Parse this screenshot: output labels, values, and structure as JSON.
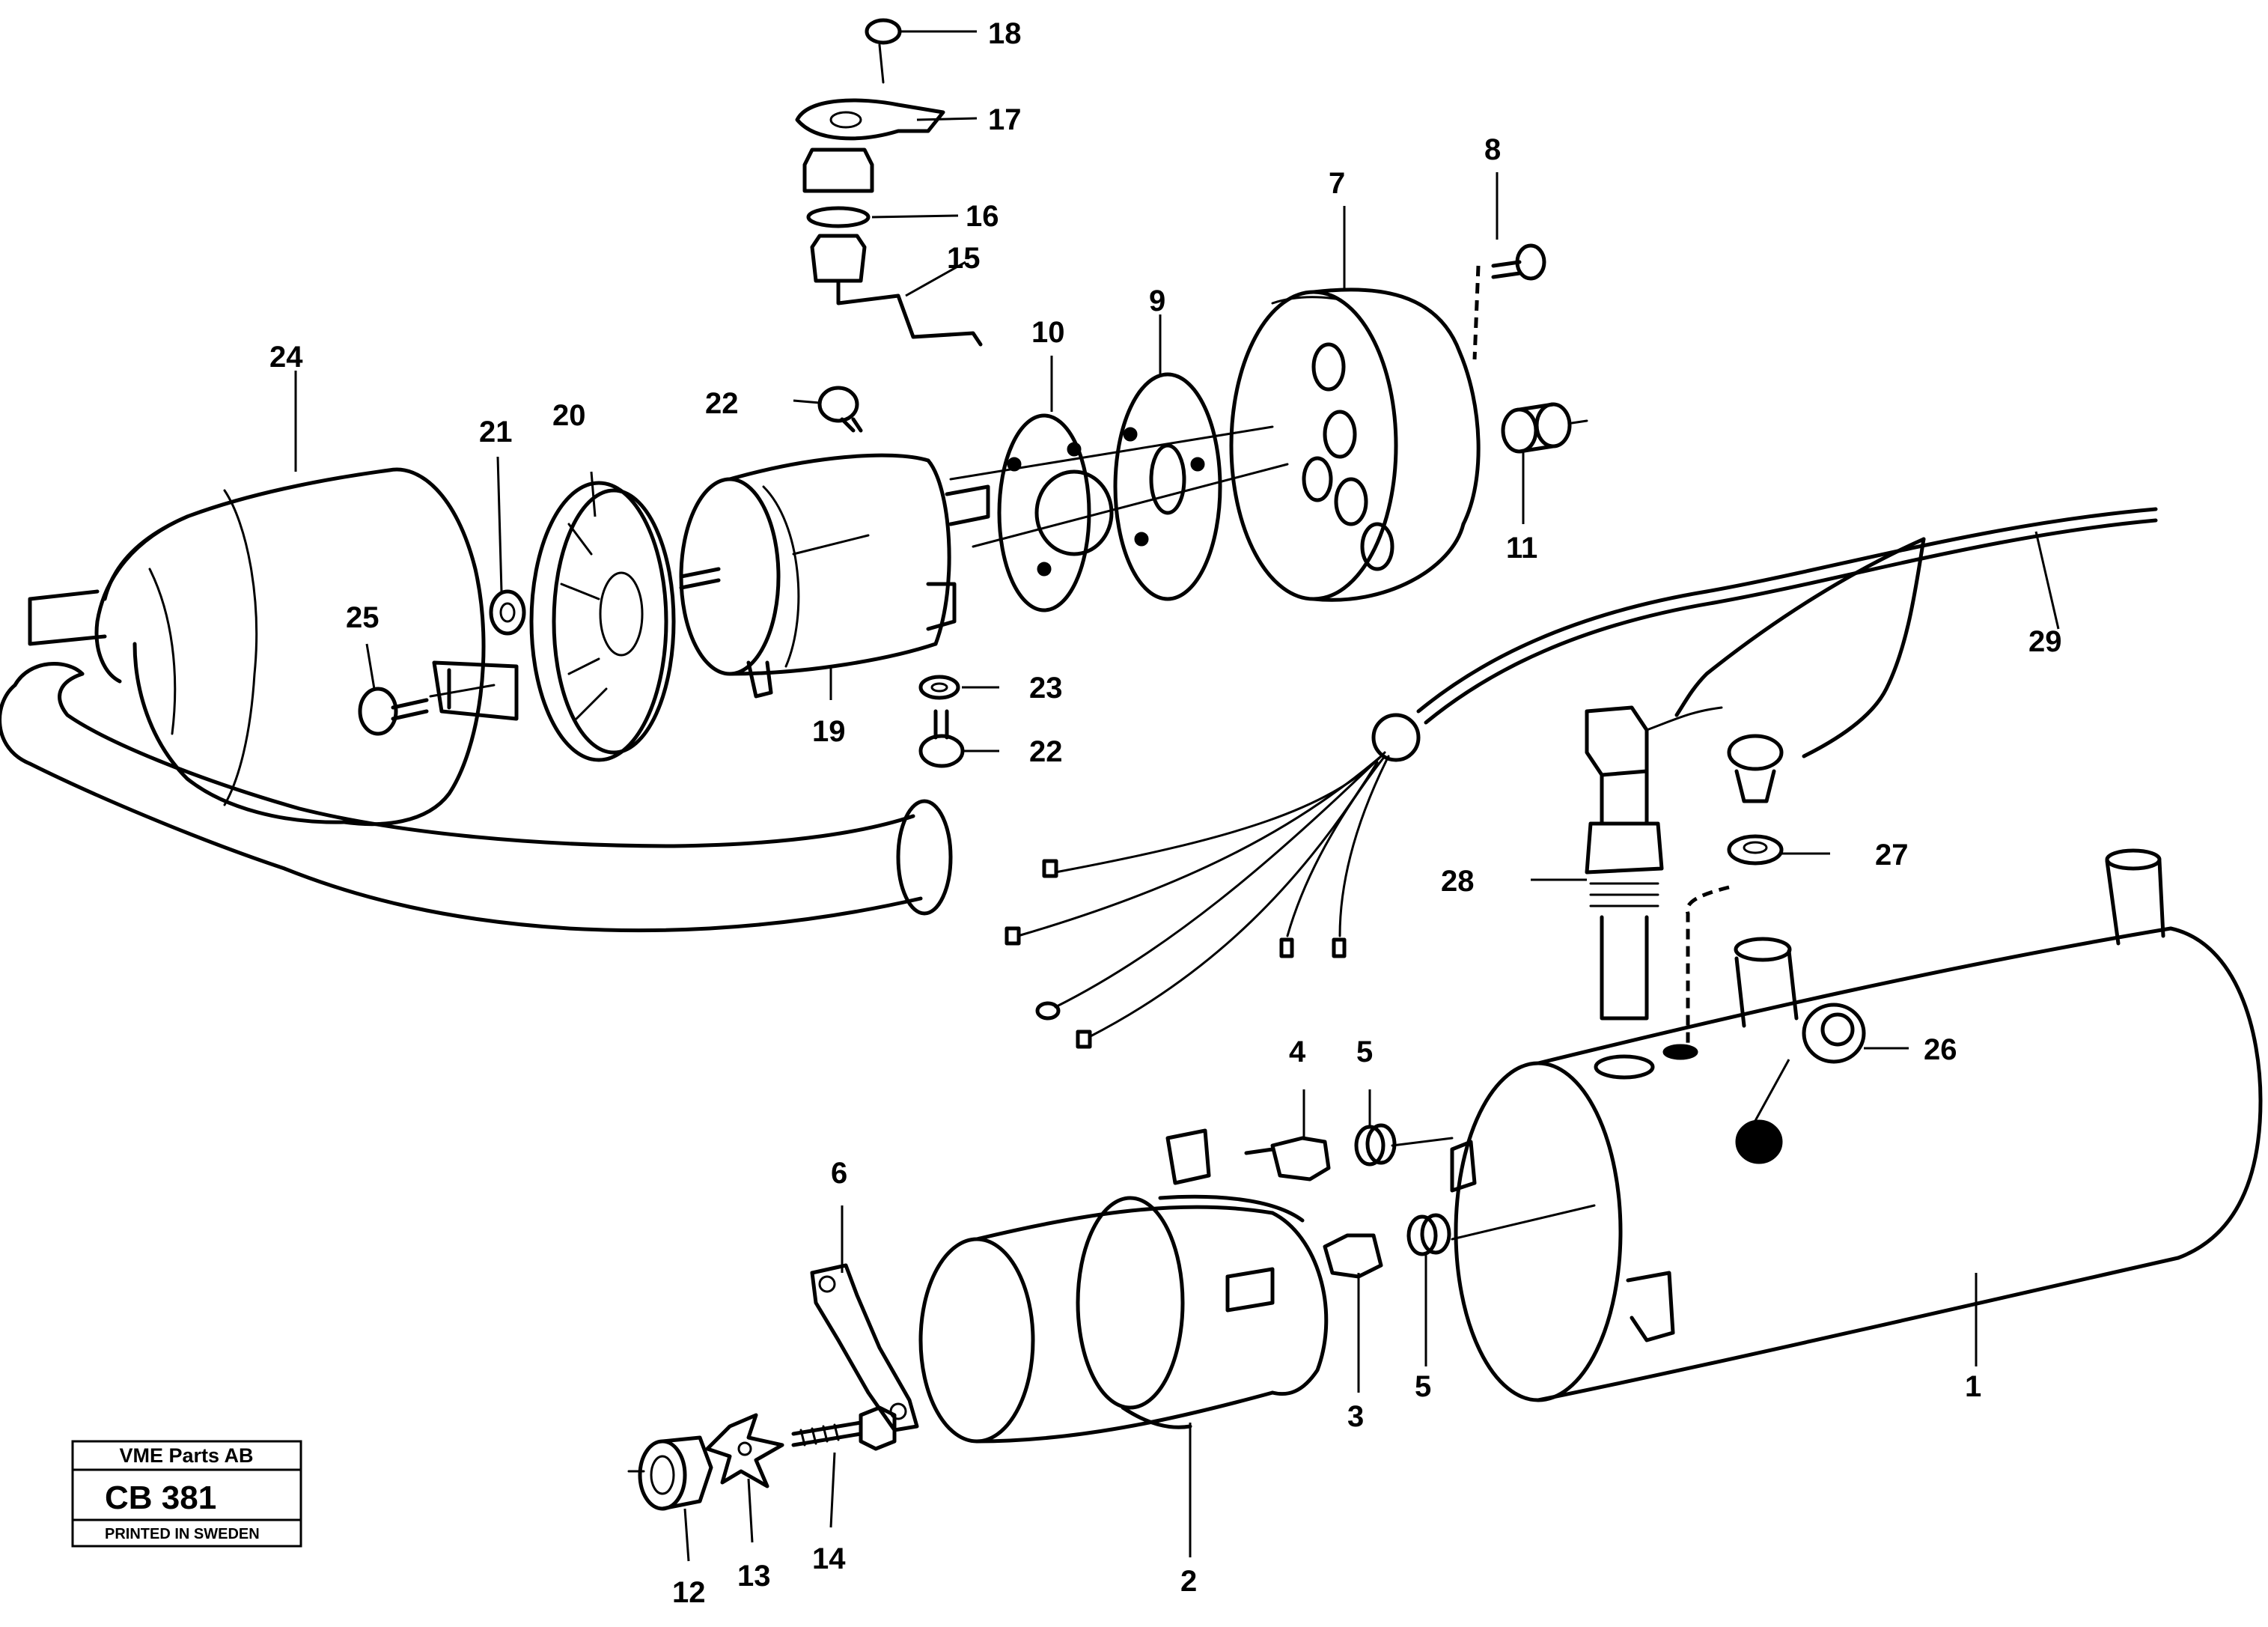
{
  "callouts": {
    "c1": "1",
    "c2": "2",
    "c3": "3",
    "c4": "4",
    "c5a": "5",
    "c5b": "5",
    "c6": "6",
    "c7": "7",
    "c8": "8",
    "c9": "9",
    "c10": "10",
    "c11": "11",
    "c12": "12",
    "c13": "13",
    "c14": "14",
    "c15": "15",
    "c16": "16",
    "c17": "17",
    "c18": "18",
    "c19": "19",
    "c20": "20",
    "c21": "21",
    "c22a": "22",
    "c22b": "22",
    "c23": "23",
    "c24": "24",
    "c25": "25",
    "c26": "26",
    "c27": "27",
    "c28": "28",
    "c29": "29"
  },
  "plate": {
    "company": "VME Parts AB",
    "code": "CB 381",
    "printed": "PRINTED IN SWEDEN"
  }
}
